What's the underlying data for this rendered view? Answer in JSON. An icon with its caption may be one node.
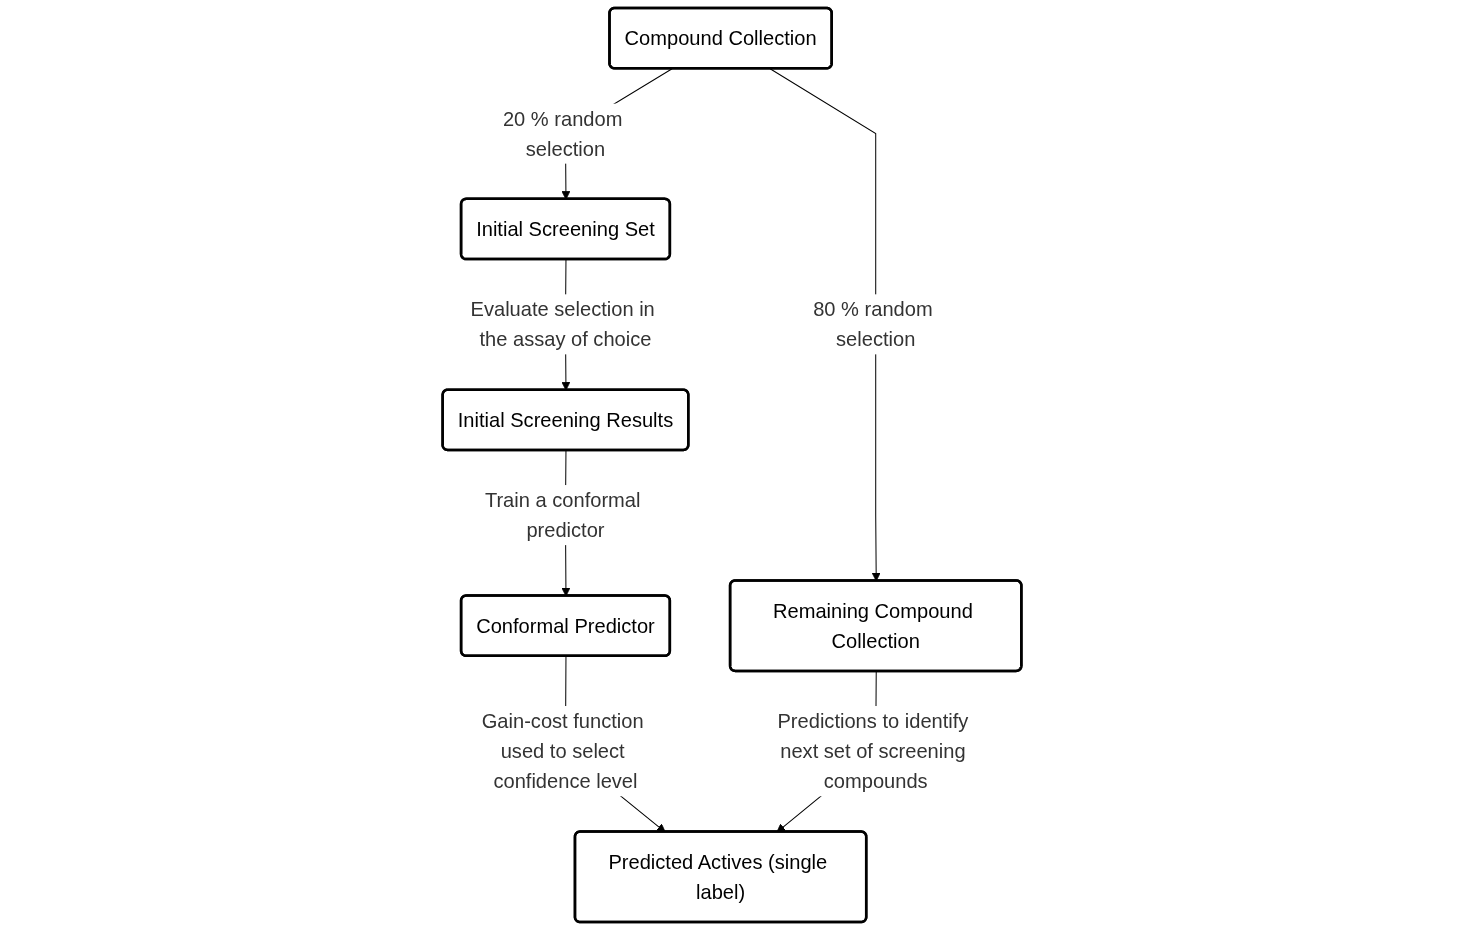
{
  "diagram": {
    "nodes": [
      {
        "text": [
          "Compound Collection"
        ]
      },
      {
        "text": [
          "Initial Screening Set"
        ]
      },
      {
        "text": [
          "Initial Screening Results"
        ]
      },
      {
        "text": [
          "Conformal Predictor"
        ]
      },
      {
        "text": [
          "Remaining Compound Collection"
        ]
      },
      {
        "text": [
          "Predicted Actives (single label)"
        ]
      }
    ],
    "edges": [
      {
        "from": 0,
        "to": 1,
        "arrow": "to",
        "label": "20 % random selection"
      },
      {
        "from": 0,
        "to": 4,
        "arrow": "to",
        "label": "80 % random selection"
      },
      {
        "from": 1,
        "to": 2,
        "arrow": "to",
        "label": "Evaluate selection in the assay of choice"
      },
      {
        "from": 2,
        "to": 3,
        "arrow": "to",
        "label": "Train a conformal predictor"
      },
      {
        "from": 3,
        "to": 5,
        "arrow": "to",
        "label": "Gain-cost function used to select confidence level"
      },
      {
        "from": 4,
        "to": 5,
        "arrow": "to",
        "label": "Predictions to identify next set of screening compounds"
      }
    ]
  }
}
